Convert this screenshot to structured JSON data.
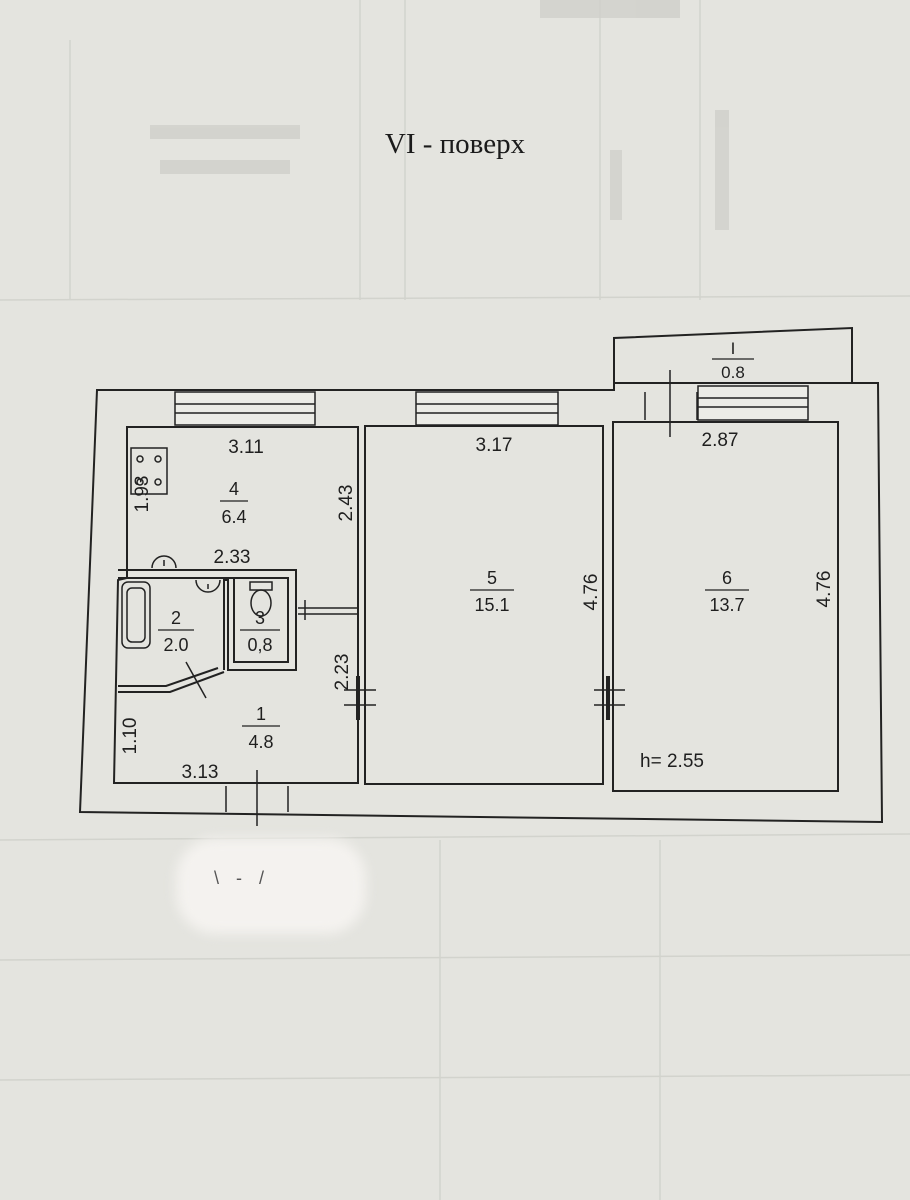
{
  "title": "VI - поверх",
  "rooms": [
    {
      "number": "1",
      "area": "4.8"
    },
    {
      "number": "2",
      "area": "2.0"
    },
    {
      "number": "3",
      "area": "0,8"
    },
    {
      "number": "4",
      "area": "6.4"
    },
    {
      "number": "5",
      "area": "15.1"
    },
    {
      "number": "6",
      "area": "13.7"
    }
  ],
  "balcony": {
    "number": "I",
    "area": "0.8"
  },
  "dimensions": {
    "kitchen_width": "3.11",
    "kitchen_height": "1.93",
    "kitchen_right": "2.43",
    "bath_block_width": "2.33",
    "room5_width": "3.17",
    "room5_height": "4.76",
    "room6_width": "2.87",
    "room6_height": "4.76",
    "corridor_right": "2.23",
    "corridor_left": "1.10",
    "corridor_width": "3.13"
  },
  "ceiling_height": "h= 2.55",
  "obscured_text": "\\ - /"
}
